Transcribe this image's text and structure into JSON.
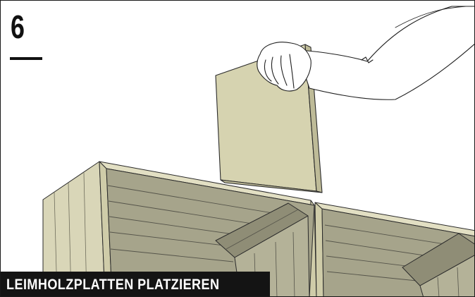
{
  "step": {
    "number": "6"
  },
  "caption": {
    "text": "LEIMHOLZPLATTEN PLATZIEREN"
  },
  "colors": {
    "wood_light": "#d9d6b8",
    "wood_shadow": "#9e9c83",
    "panel": "#d6d3b0",
    "line": "#2a2a2a",
    "caption_bg": "#141414",
    "caption_text": "#ffffff"
  },
  "illustration": {
    "elements": [
      "hand-with-arm",
      "glued-wood-panel",
      "wooden-crate-left",
      "wooden-crate-right"
    ]
  }
}
